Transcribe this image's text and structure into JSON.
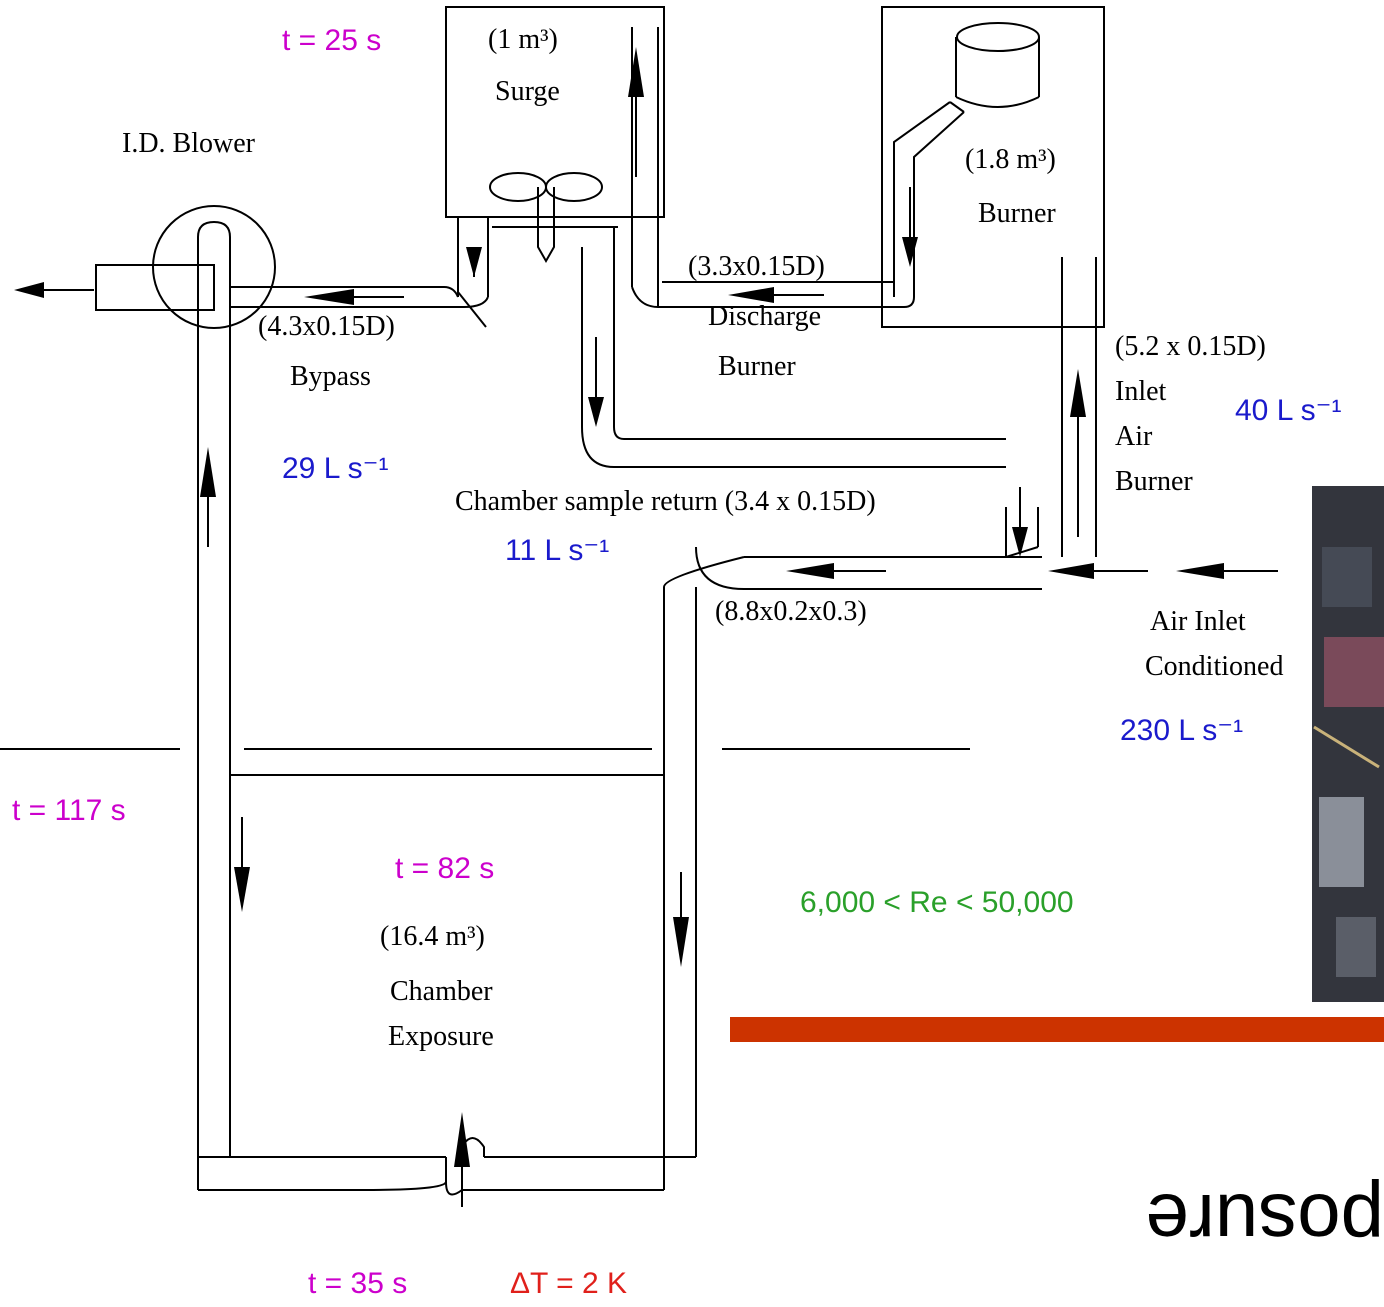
{
  "slide_title_fragment": "posure",
  "labels": {
    "id_blower": "I.D. Blower",
    "surge_name": "Surge",
    "surge_volume": "(1 m³)",
    "burner_name": "Burner",
    "burner_volume": "(1.8 m³)",
    "bypass_name": "Bypass",
    "bypass_dims": "(4.3x0.15D)",
    "burner_discharge_line1": "Burner",
    "burner_discharge_line2": "Discharge",
    "burner_discharge_dims": "(3.3x0.15D)",
    "burner_air_inlet_line1": "Burner",
    "burner_air_inlet_line2": "Air",
    "burner_air_inlet_line3": "Inlet",
    "burner_air_inlet_dims": "(5.2 x 0.15D)",
    "chamber_sample_return": "Chamber sample return (3.4 x 0.15D)",
    "main_duct_dims": "(8.8x0.2x0.3)",
    "conditioned_line1": "Conditioned",
    "conditioned_line2": "Air Inlet",
    "exposure_line1": "Exposure",
    "exposure_line2": "Chamber",
    "exposure_volume": "(16.4 m³)"
  },
  "flows": {
    "bypass": "29 L s⁻¹",
    "sample_return": "11 L s⁻¹",
    "burner_air": "40 L s⁻¹",
    "conditioned_air": "230 L s⁻¹"
  },
  "times": {
    "surge": "t = 25 s",
    "chamber": "t = 82 s",
    "loop": "t = 117 s",
    "inlet": "t = 35 s"
  },
  "delta_t": "ΔT = 2 K",
  "reynolds": "6,000 < Re < 50,000",
  "colors": {
    "flow_blue": "#1a1acc",
    "time_magenta": "#cc00cc",
    "delta_red": "#e0201b",
    "reynolds_green": "#2aa02a",
    "accent_bar": "#cc3300"
  }
}
